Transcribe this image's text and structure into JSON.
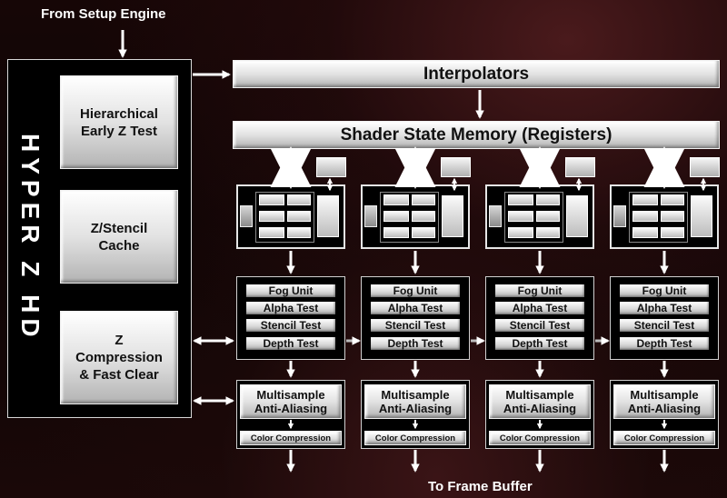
{
  "top_caption": "From Setup Engine",
  "bottom_caption": "To Frame Buffer",
  "interpolators": "Interpolators",
  "shader_state_memory": "Shader State Memory (Registers)",
  "hyper_z": {
    "title": "HYPER Z HD",
    "blocks": [
      "Hierarchical\nEarly Z Test",
      "Z/Stencil\nCache",
      "Z\nCompression\n& Fast Clear"
    ]
  },
  "pipelines": [
    {
      "tests": [
        "Fog Unit",
        "Alpha Test",
        "Stencil Test",
        "Depth Test"
      ],
      "msaa": "Multisample\nAnti-Aliasing",
      "color_compression": "Color Compression"
    },
    {
      "tests": [
        "Fog Unit",
        "Alpha Test",
        "Stencil Test",
        "Depth Test"
      ],
      "msaa": "Multisample\nAnti-Aliasing",
      "color_compression": "Color Compression"
    },
    {
      "tests": [
        "Fog Unit",
        "Alpha Test",
        "Stencil Test",
        "Depth Test"
      ],
      "msaa": "Multisample\nAnti-Aliasing",
      "color_compression": "Color Compression"
    },
    {
      "tests": [
        "Fog Unit",
        "Alpha Test",
        "Stencil Test",
        "Depth Test"
      ],
      "msaa": "Multisample\nAnti-Aliasing",
      "color_compression": "Color Compression"
    }
  ]
}
